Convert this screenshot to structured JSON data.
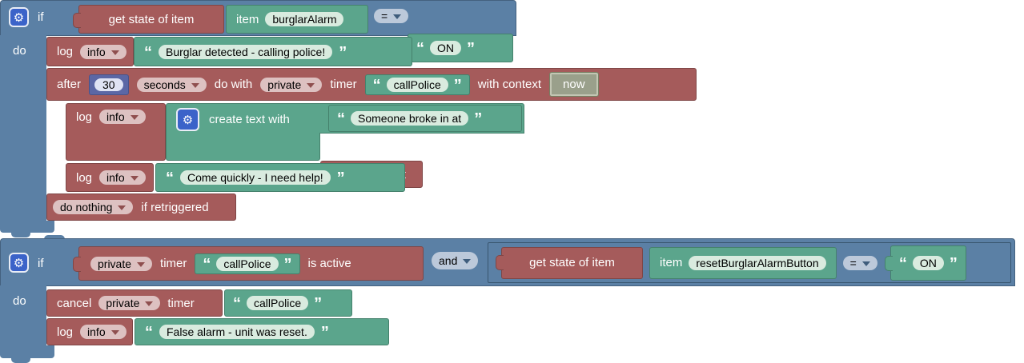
{
  "labels": {
    "if": "if",
    "do": "do",
    "eq": "=",
    "and": "and"
  },
  "quotes": {
    "open": "“",
    "close": "”"
  },
  "icons": {
    "gear": "⚙"
  },
  "b1": {
    "cond": {
      "get_state": "get state of item",
      "item": "item",
      "item_name": "burglarAlarm",
      "value": "ON"
    },
    "log1": {
      "log": "log",
      "level": "info",
      "text": "Burglar detected - calling police!"
    },
    "after": {
      "after": "after",
      "delay": "30",
      "unit": "seconds",
      "do_with": "do with",
      "scope": "private",
      "timer": "timer",
      "name": "callPolice",
      "with_context": "with context",
      "context": "now"
    },
    "log2": {
      "log": "log",
      "level": "info",
      "create": "create text with",
      "text": "Someone broke in at",
      "context_ref": "timer context"
    },
    "log3": {
      "log": "log",
      "level": "info",
      "text": "Come quickly - I need help!"
    },
    "retrigger": {
      "policy": "do nothing",
      "suffix": "if retriggered"
    }
  },
  "b2": {
    "cond": {
      "scope": "private",
      "timer": "timer",
      "name": "callPolice",
      "suffix": "is active",
      "get_state": "get state of item",
      "item": "item",
      "item_name": "resetBurglarAlarmButton",
      "value": "ON"
    },
    "cancel": {
      "cancel": "cancel",
      "scope": "private",
      "timer": "timer",
      "name": "callPolice"
    },
    "log": {
      "log": "log",
      "level": "info",
      "text": "False alarm - unit was reset."
    }
  }
}
